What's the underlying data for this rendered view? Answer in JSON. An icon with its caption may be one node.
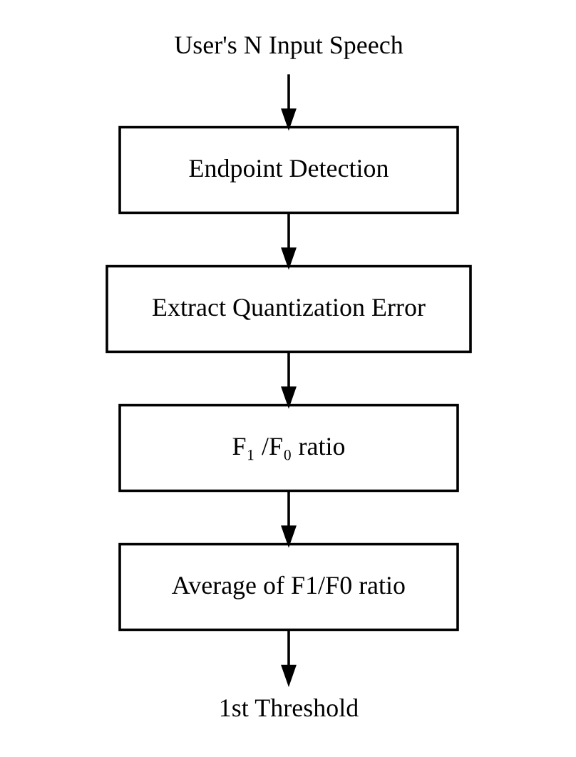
{
  "diagram": {
    "nodes": [
      {
        "text": [
          "User's N Input Speech"
        ]
      },
      {
        "text": [
          "Endpoint Detection"
        ]
      },
      {
        "text": [
          "Extract Quantization Error"
        ]
      },
      {
        "text": [
          "F₁ /F₀ ratio"
        ]
      },
      {
        "text": [
          "Average of F1/F0 ratio"
        ]
      },
      {
        "text": [
          "1st Threshold"
        ]
      }
    ],
    "edges": [
      {
        "from": 0,
        "to": 1,
        "arrow": "to"
      },
      {
        "from": 1,
        "to": 2,
        "arrow": "to"
      },
      {
        "from": 2,
        "to": 3,
        "arrow": "to"
      },
      {
        "from": 3,
        "to": 4,
        "arrow": "to"
      },
      {
        "from": 4,
        "to": 5,
        "arrow": "to"
      }
    ]
  }
}
